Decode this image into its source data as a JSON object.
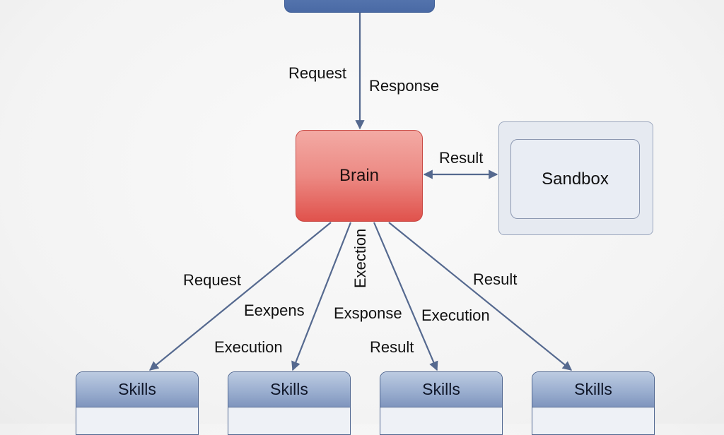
{
  "nodes": {
    "top": {
      "label": ""
    },
    "brain": {
      "label": "Brain"
    },
    "sandbox": {
      "label": "Sandbox"
    },
    "skills": [
      {
        "label": "Skills"
      },
      {
        "label": "Skills"
      },
      {
        "label": "Skills"
      },
      {
        "label": "Skills"
      }
    ]
  },
  "edge_labels": {
    "top_request": "Request",
    "top_response": "Response",
    "sandbox_result": "Result",
    "skill1_request": "Request",
    "skill1_execution": "Execution",
    "skill2_eexpens": "Eexpens",
    "vertical_exection": "Exection",
    "skill3_exsponse": "Exsponse",
    "skill3_result": "Result",
    "skill3_execution": "Execution",
    "skill4_result": "Result"
  },
  "colors": {
    "edge": "#55698f",
    "brain": "#e0524c",
    "top_box": "#4a6aa5",
    "skills_header": "#98acce"
  }
}
